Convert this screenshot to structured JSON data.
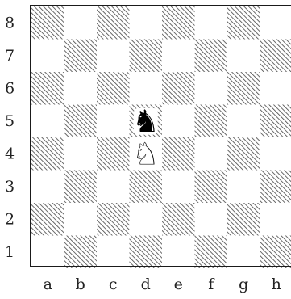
{
  "board": {
    "files": [
      "a",
      "b",
      "c",
      "d",
      "e",
      "f",
      "g",
      "h"
    ],
    "ranks": [
      "1",
      "2",
      "3",
      "4",
      "5",
      "6",
      "7",
      "8"
    ],
    "pieces": [
      {
        "square": "d5",
        "color": "black",
        "type": "knight",
        "glyph": "♞",
        "icon": "black-knight-icon"
      },
      {
        "square": "d4",
        "color": "white",
        "type": "knight",
        "glyph": "♘",
        "icon": "white-knight-icon"
      }
    ]
  },
  "colors": {
    "border": "#1a1a1a",
    "hatch": "#444444",
    "light_square": "#ffffff",
    "label": "#222222"
  }
}
